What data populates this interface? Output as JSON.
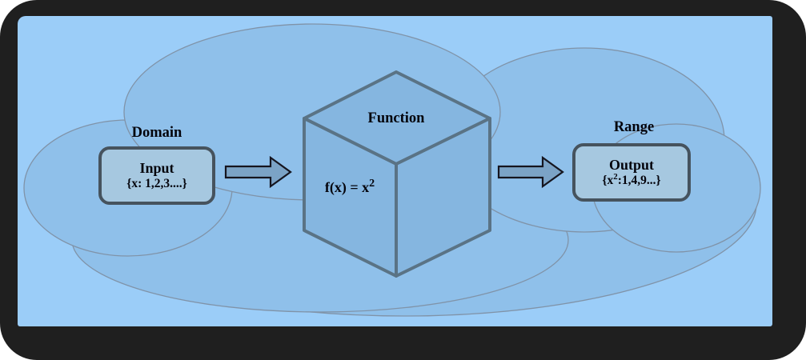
{
  "diagram": {
    "domain": {
      "label": "Domain",
      "box": {
        "title": "Input",
        "value": "{x: 1,2,3....}"
      }
    },
    "function": {
      "label": "Function",
      "formula": {
        "base": "f(x) = x",
        "exponent": "2"
      }
    },
    "range": {
      "label": "Range",
      "box": {
        "title": "Output",
        "value": {
          "pre": "{x",
          "exponent": "2",
          "post": ":1,4,9...}"
        }
      }
    },
    "arrows": [
      {
        "name": "domain-to-function-arrow",
        "direction": "right"
      },
      {
        "name": "function-to-range-arrow",
        "direction": "right"
      }
    ]
  },
  "colors": {
    "frame": "#1f1f1f",
    "background": "#9bcdf8",
    "cloud_fill": "#8fc0ea",
    "cloud_stroke": "#8093a8",
    "cube_fill": "#85b6e0",
    "cube_stroke": "#5a7385",
    "box_fill": "#a6c8e0",
    "box_border": "#46535e",
    "arrow_fill": "#7ba3c6",
    "arrow_border": "#15151f",
    "text": "#04040c"
  }
}
